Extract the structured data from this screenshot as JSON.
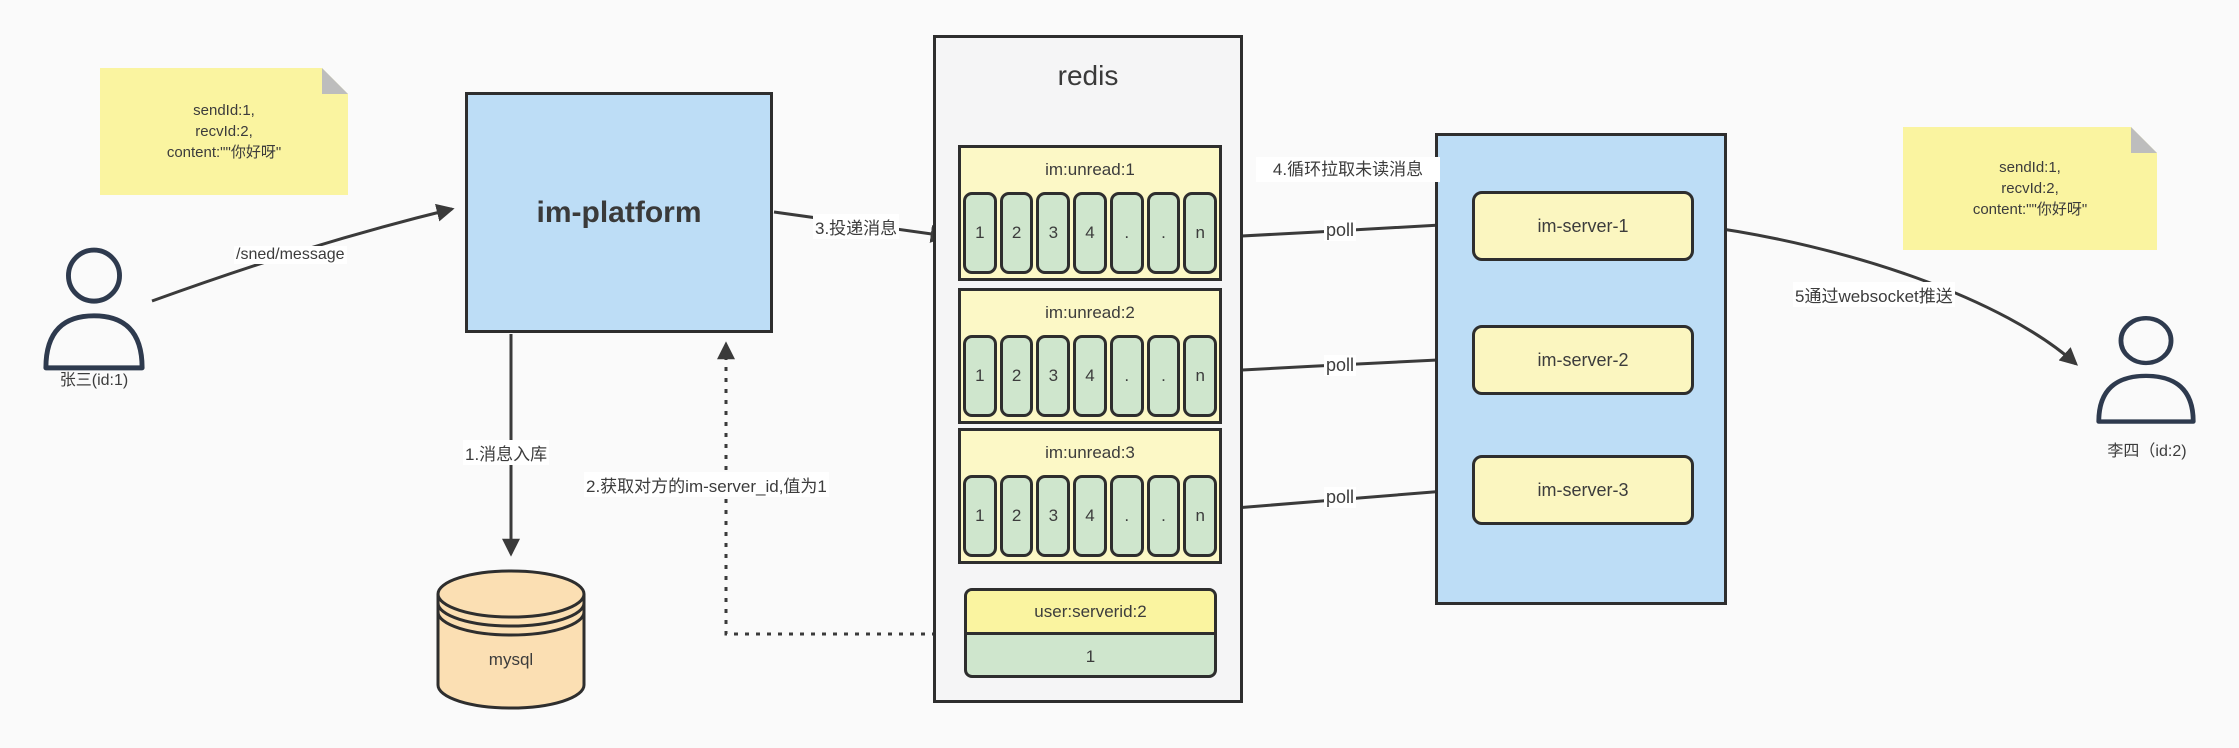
{
  "page": {
    "background": "#fafafa"
  },
  "colors": {
    "blue_fill": "#bdddf6",
    "note_yellow": "#faf4a0",
    "list_yellow": "#fcf8c6",
    "server_yellow": "#fbf6c0",
    "cell_green": "#cfe6cd",
    "db_orange": "#fbdfb3",
    "border": "#2e2e2e",
    "arrow": "#3a3a3a"
  },
  "notes": {
    "left": {
      "lines": [
        "sendId:1,",
        "recvId:2,",
        "content:\"\"你好呀\""
      ]
    },
    "right": {
      "lines": [
        "sendId:1,",
        "recvId:2,",
        "content:\"\"你好呀\""
      ]
    }
  },
  "actors": {
    "sender": {
      "label": "张三(id:1)"
    },
    "receiver": {
      "label": "李四（id:2)"
    }
  },
  "platform": {
    "label": "im-platform"
  },
  "database": {
    "label": "mysql"
  },
  "redis": {
    "title": "redis",
    "lists": [
      {
        "header": "im:unread:1",
        "cells": [
          "1",
          "2",
          "3",
          "4",
          ".",
          ".",
          "n"
        ]
      },
      {
        "header": "im:unread:2",
        "cells": [
          "1",
          "2",
          "3",
          "4",
          ".",
          ".",
          "n"
        ]
      },
      {
        "header": "im:unread:3",
        "cells": [
          "1",
          "2",
          "3",
          "4",
          ".",
          ".",
          "n"
        ]
      }
    ],
    "kv": {
      "header": "user:serverid:2",
      "value": "1"
    }
  },
  "servers": [
    {
      "label": "im-server-1"
    },
    {
      "label": "im-server-2"
    },
    {
      "label": "im-server-3"
    }
  ],
  "edges": {
    "send": "/sned/message",
    "store": "1.消息入库",
    "lookup": "2.获取对方的im-server_id,值为1",
    "deliver": "3.投递消息",
    "poll_desc": "4.循环拉取未读消息",
    "poll": "poll",
    "push": "5通过websocket推送"
  }
}
